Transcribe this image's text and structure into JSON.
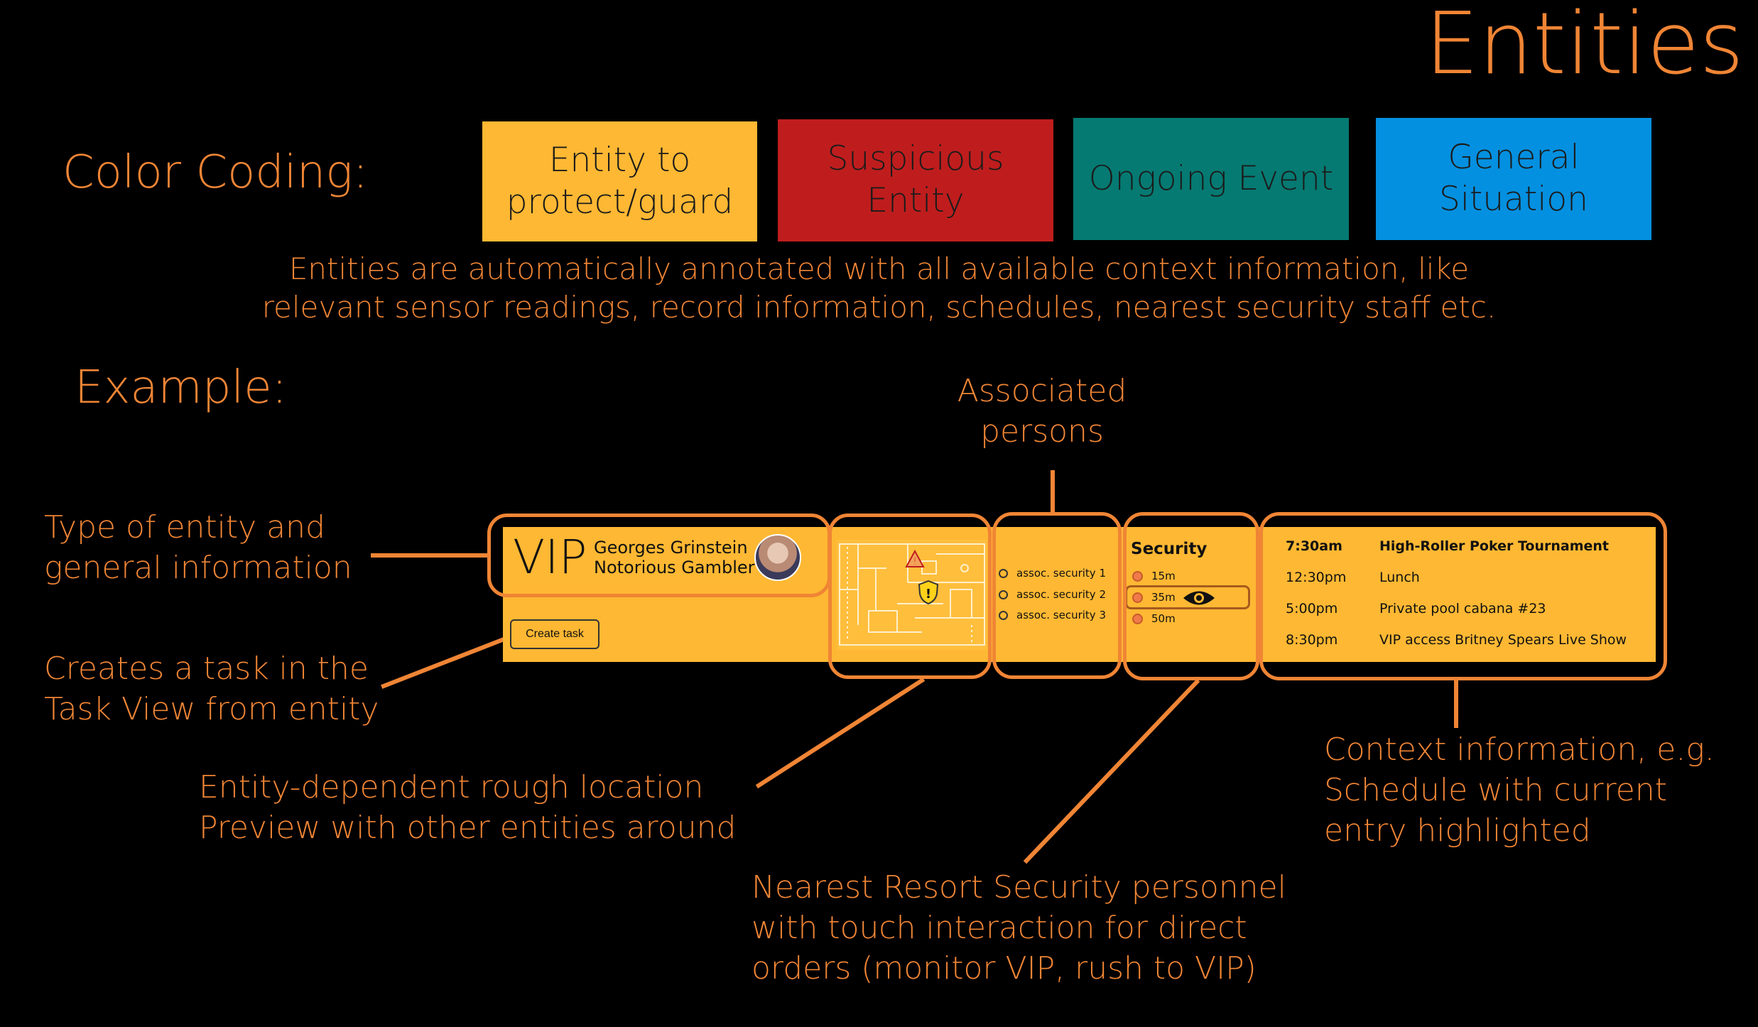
{
  "title": "Entities",
  "color_coding": {
    "heading": "Color Coding:",
    "swatches": [
      {
        "label": "Entity to\nprotect/guard",
        "color": "#ffb833"
      },
      {
        "label": "Suspicious\nEntity",
        "color": "#bf1d1d"
      },
      {
        "label": "Ongoing Event",
        "color": "#057a72"
      },
      {
        "label": "General\nSituation",
        "color": "#0490e0"
      }
    ],
    "description": "Entities are automatically annotated with all available context information, like\nrelevant sensor readings, record information, schedules, nearest security staff etc."
  },
  "example": {
    "heading": "Example:",
    "card": {
      "type": "VIP",
      "name": "Georges Grinstein",
      "role": "Notorious Gambler",
      "create_task": "Create task",
      "associated": [
        "assoc. security 1",
        "assoc. security 2",
        "assoc. security 3"
      ],
      "security": {
        "title": "Security",
        "items": [
          "15m",
          "35m",
          "50m"
        ],
        "highlighted_index": 1
      },
      "schedule": [
        {
          "time": "7:30am",
          "event": "High-Roller Poker Tournament",
          "current": true
        },
        {
          "time": "12:30pm",
          "event": "Lunch",
          "current": false
        },
        {
          "time": "5:00pm",
          "event": "Private pool cabana #23",
          "current": false
        },
        {
          "time": "8:30pm",
          "event": "VIP access Britney Spears Live Show",
          "current": false
        }
      ]
    },
    "annotations": {
      "type_info": "Type of entity and\ngeneral information",
      "create_task": "Creates a task in the\nTask View from entity",
      "location": "Entity-dependent rough location\nPreview with other entities around",
      "associated": "Associated\npersons",
      "security": "Nearest Resort Security personnel\nwith touch interaction for direct\norders (monitor VIP, rush to VIP)",
      "context": "Context information, e.g.\nSchedule with current\nentry highlighted"
    }
  },
  "colors": {
    "accent": "#f08535",
    "card": "#ffb833",
    "background": "#000000"
  }
}
